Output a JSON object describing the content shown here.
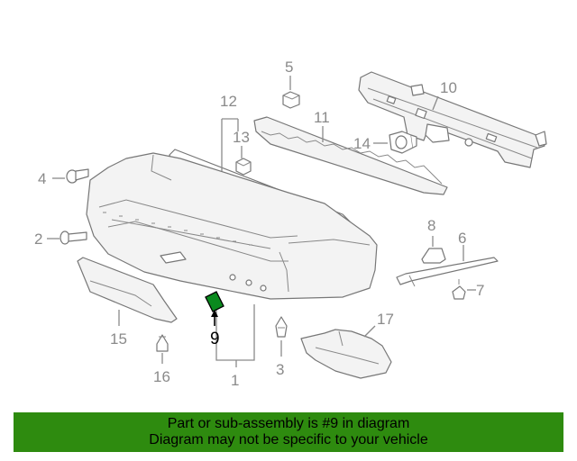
{
  "callouts": {
    "c1": "1",
    "c2": "2",
    "c3": "3",
    "c4": "4",
    "c5": "5",
    "c6": "6",
    "c7": "7",
    "c8": "8",
    "c9": "9",
    "c10": "10",
    "c11": "11",
    "c12": "12",
    "c13": "13",
    "c14": "14",
    "c15": "15",
    "c16": "16",
    "c17": "17"
  },
  "highlighted_part": "9",
  "colors": {
    "banner": "#2e8b0f",
    "highlight_part": "#0a8a1e",
    "line_art": "#777777",
    "callout_text": "#8a8a8a"
  },
  "banner": {
    "line1": "Part or sub-assembly is #9 in diagram",
    "line2": "Diagram may not be specific to your vehicle"
  }
}
